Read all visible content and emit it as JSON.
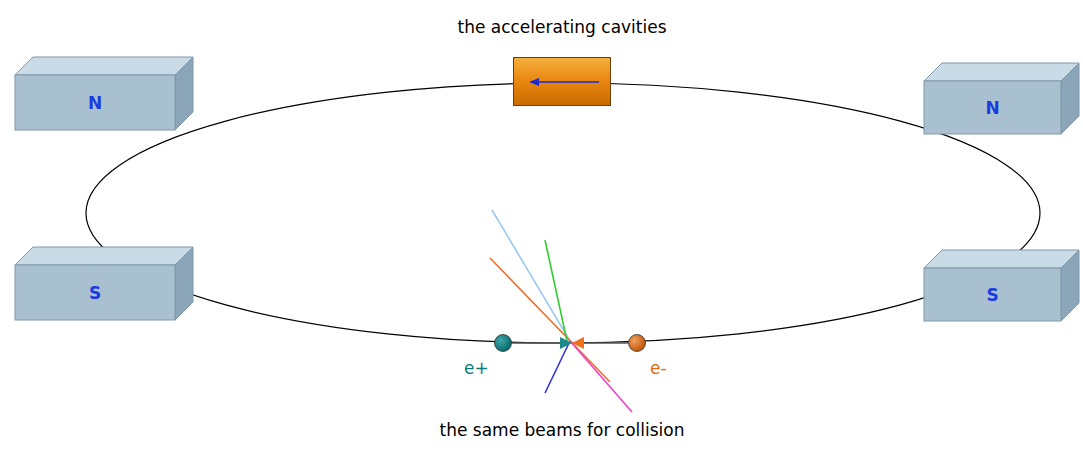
{
  "diagram": {
    "nodes": [
      {
        "text": [
          "the accelerating cavities"
        ]
      },
      {
        "text": [
          "N"
        ]
      },
      {
        "text": [
          "N"
        ]
      },
      {
        "text": [
          "S"
        ]
      },
      {
        "text": [
          "S"
        ]
      },
      {
        "text": [
          "e+"
        ]
      },
      {
        "text": [
          "e-"
        ]
      }
    ],
    "labels": [
      "the same beams for collision"
    ]
  }
}
